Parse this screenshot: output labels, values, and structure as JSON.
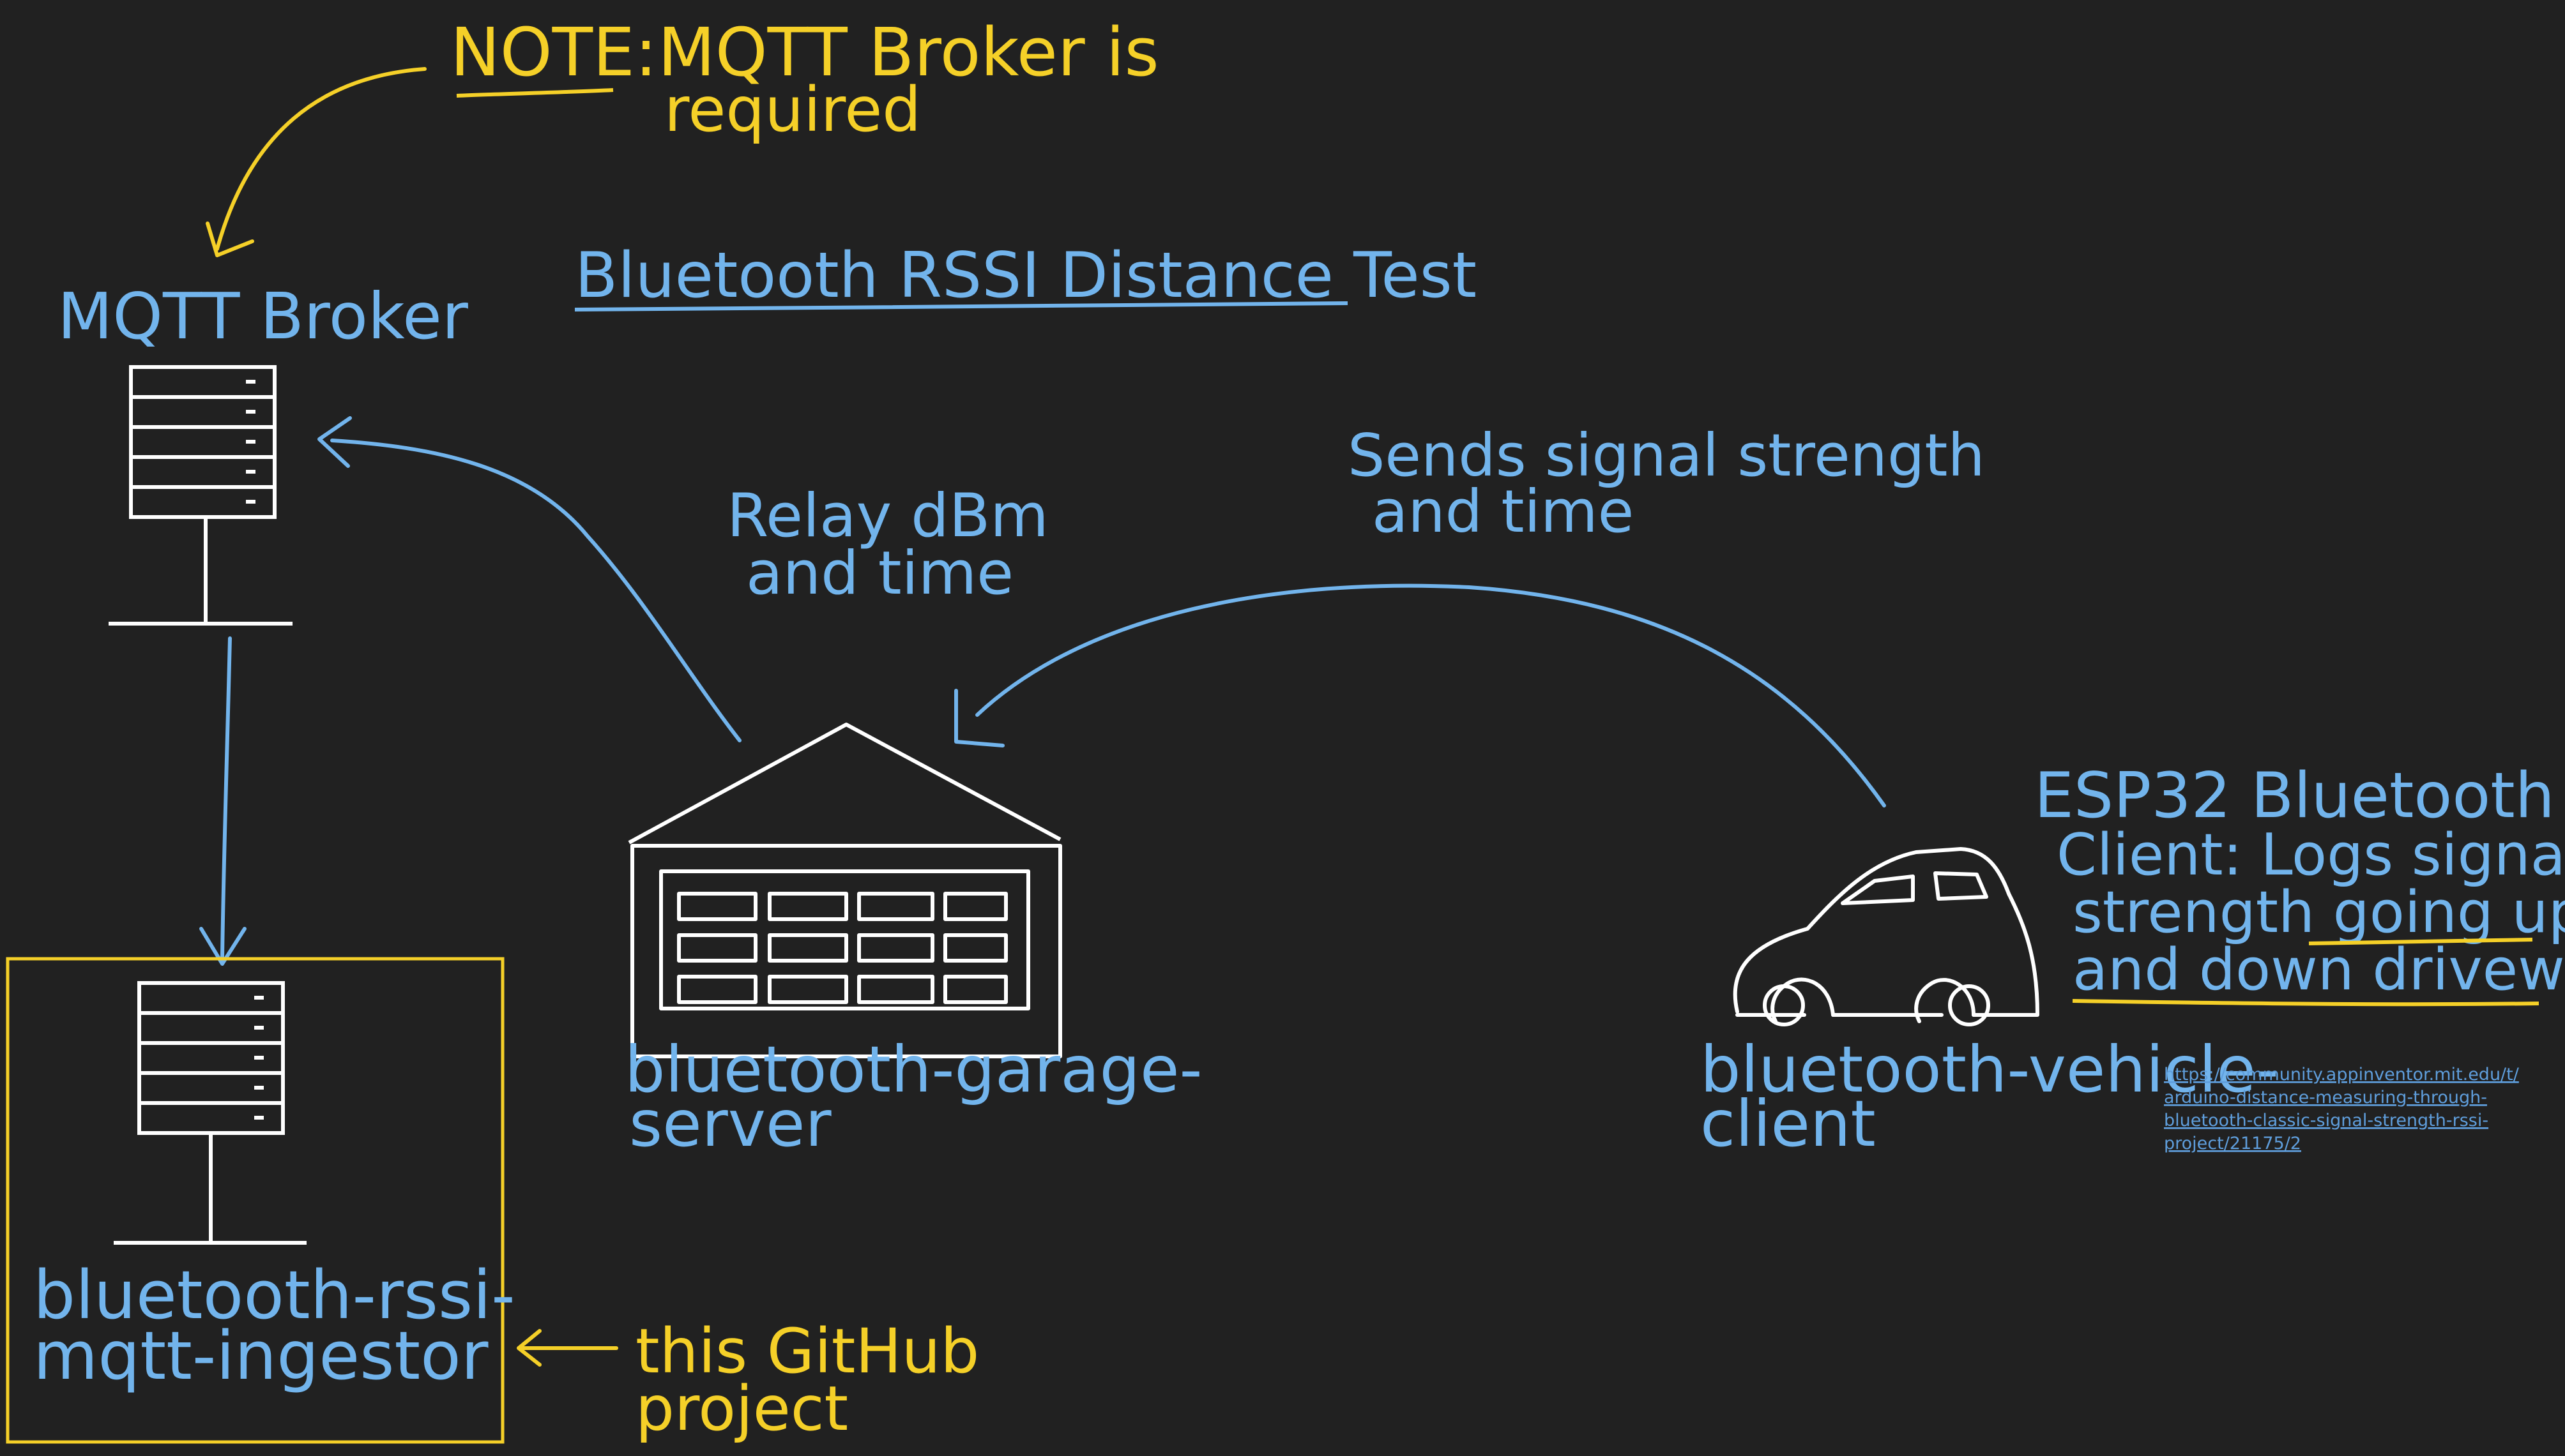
{
  "title": "Bluetooth RSSI Distance Test",
  "note": {
    "prefix": "NOTE:",
    "line1": "MQTT Broker is",
    "line2": "required"
  },
  "broker": {
    "label": "MQTT Broker"
  },
  "ingestor": {
    "line1": "bluetooth-rssi-",
    "line2": "mqtt-ingestor",
    "pointer_line1": "this GitHub",
    "pointer_line2": "project"
  },
  "garage": {
    "line1": "bluetooth-garage-",
    "line2": "server",
    "relay_line1": "Relay dBm",
    "relay_line2": "and time"
  },
  "vehicle": {
    "line1": "bluetooth-vehicle-",
    "line2": "client",
    "sends_line1": "Sends signal strength",
    "sends_line2": "and time"
  },
  "esp32": {
    "line1": "ESP32 Bluetooth",
    "line2": "Client: Logs signal",
    "line3": "strength going up",
    "line4": "and down driveway."
  },
  "link": {
    "line1": "https://community.appinventor.mit.edu/t/",
    "line2": "arduino-distance-measuring-through-",
    "line3": "bluetooth-classic-signal-strength-rssi-",
    "line4": "project/21175/2"
  },
  "colors": {
    "background": "#212121",
    "blue": "#72b4ec",
    "yellow": "#f5d028",
    "white": "#ffffff",
    "link": "#5f9edc"
  }
}
